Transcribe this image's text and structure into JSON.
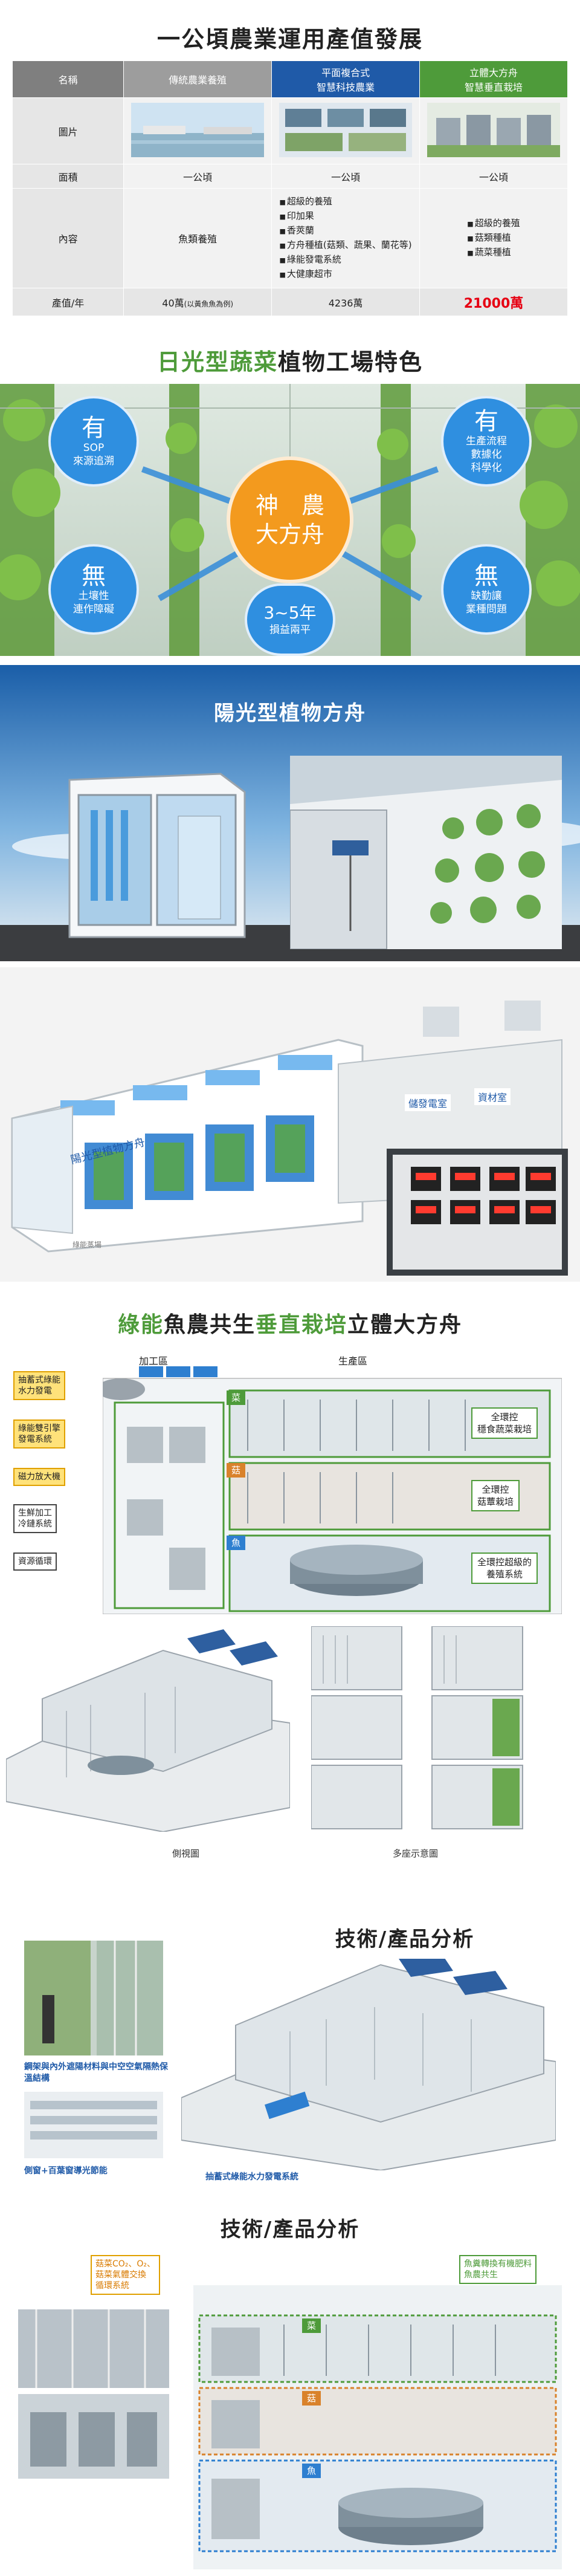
{
  "section1": {
    "title": "一公頃農業運用產值發展",
    "headers": [
      "名稱",
      "傳統農業養殖",
      "平面複合式\n智慧科技農業",
      "立體大方舟\n智慧垂直栽培"
    ],
    "row_labels": {
      "image": "圖片",
      "area": "面積",
      "content": "內容",
      "output": "產值/年"
    },
    "area": [
      "一公頃",
      "一公頃",
      "一公頃"
    ],
    "content_traditional": "魚類養殖",
    "content_flat": [
      "超級的養殖",
      "印加果",
      "香莢蘭",
      "方舟種植(菇類、蔬果、蘭花等)",
      "綠能發電系統",
      "大健康超市"
    ],
    "content_ark": [
      "超級的養殖",
      "菇類種植",
      "蔬菜種植"
    ],
    "output_traditional": "40萬",
    "output_traditional_note": "(以黃魚魚為例)",
    "output_flat": "4236萬",
    "output_ark": "21000萬"
  },
  "section2": {
    "title_green": "日光型蔬菜",
    "title_black": "植物工場特色",
    "center": [
      "神　農",
      "大方舟"
    ],
    "tl": {
      "big": "有",
      "small": [
        "SOP",
        "來源追溯"
      ]
    },
    "tr": {
      "big": "有",
      "small": [
        "生產流程",
        "數據化",
        "科學化"
      ]
    },
    "bl": {
      "big": "無",
      "small": [
        "土壤性",
        "連作障礙"
      ]
    },
    "bm": {
      "big": "3~5年",
      "small": [
        "損益兩平"
      ]
    },
    "br": {
      "big": "無",
      "small": [
        "缺勤讓",
        "業種問題"
      ]
    }
  },
  "section3": {
    "title": "陽光型植物方舟",
    "ark_side_label": "陽光型植物方舟",
    "ark_small_label": "綠能蒸場",
    "room_labels": [
      "儲發電室",
      "資材室"
    ]
  },
  "section4": {
    "title_green": "綠能",
    "title_black1": "魚農共生",
    "title_green2": "垂直栽培",
    "title_black2": "立體大方舟",
    "zone_labels": [
      "加工區",
      "生產區"
    ],
    "left_tags": [
      "抽蓄式綠能\n水力發電",
      "綠能雙引擎\n發電系統",
      "磁力放大機",
      "生鮮加工\n冷鏈系統",
      "資源循環"
    ],
    "floor_tags": [
      "菜",
      "菇",
      "魚"
    ],
    "right_tags": [
      "全環控\n穩食蔬菜栽培",
      "全環控\n菇蕈栽培",
      "全環控超級的\n養殖系統"
    ],
    "caption_side": "側視圖",
    "caption_multi": "多座示意圖"
  },
  "section5": {
    "title": "技術/產品分析",
    "caption1": "鋼架與內外遮陽材料與中空空氣隔熱保溫結構",
    "caption2": "側窗+百葉窗導光節能",
    "caption3": "抽蓄式綠能水力發電系統"
  },
  "section6": {
    "title": "技術/產品分析",
    "tag_left": "菇菜CO₂、O₂、\n菇菜氣體交換\n循環系統",
    "tag_right": "魚糞轉換有機肥料\n魚農共生",
    "floor_tags": [
      "菜",
      "菇",
      "魚"
    ]
  }
}
